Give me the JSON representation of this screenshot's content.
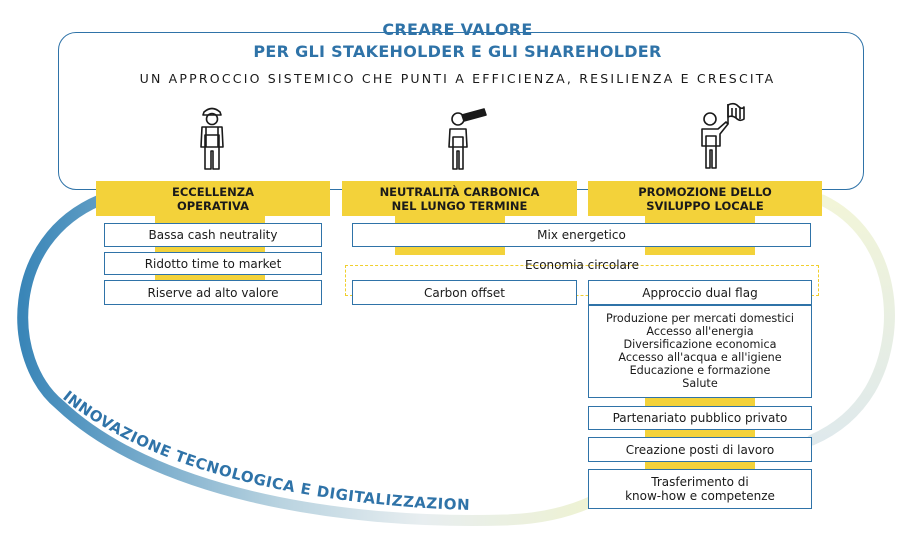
{
  "header": {
    "title_line1": "CREARE VALORE",
    "title_line2": "PER GLI STAKEHOLDER E GLI SHAREHOLDER",
    "subtitle": "UN APPROCCIO SISTEMICO CHE PUNTI A EFFICIENZA, RESILIENZA E CRESCITA"
  },
  "icons": [
    "worker-icon",
    "telescope-person-icon",
    "flag-person-icon"
  ],
  "pillars": [
    {
      "line1": "ECCELLENZA",
      "line2": "OPERATIVA"
    },
    {
      "line1": "NEUTRALITÀ CARBONICA",
      "line2": "NEL LUNGO TERMINE"
    },
    {
      "line1": "PROMOZIONE DELLO",
      "line2": "SVILUPPO LOCALE"
    }
  ],
  "items": {
    "bassa_cash": "Bassa cash neutrality",
    "ridotto_time": "Ridotto time to market",
    "riserve": "Riserve ad alto valore",
    "mix": "Mix energetico",
    "economia": "Economia circolare",
    "carbon": "Carbon offset",
    "dual_flag": "Approccio dual flag",
    "local_list": [
      "Produzione per mercati domestici",
      "Accesso all'energia",
      "Diversificazione economica",
      "Accesso all'acqua e all'igiene",
      "Educazione e formazione",
      "Salute"
    ],
    "partenariato": "Partenariato pubblico privato",
    "creazione": "Creazione posti di lavoro",
    "trasferimento_line1": "Trasferimento di",
    "trasferimento_line2": "know-how e competenze"
  },
  "arc_label": "INNOVAZIONE TECNOLOGICA E DIGITALIZZAZIONE",
  "colors": {
    "blue": "#2f73a8",
    "yellow": "#f3d23a",
    "arc_left": "#3a86b8",
    "arc_right": "#eef2d6"
  }
}
